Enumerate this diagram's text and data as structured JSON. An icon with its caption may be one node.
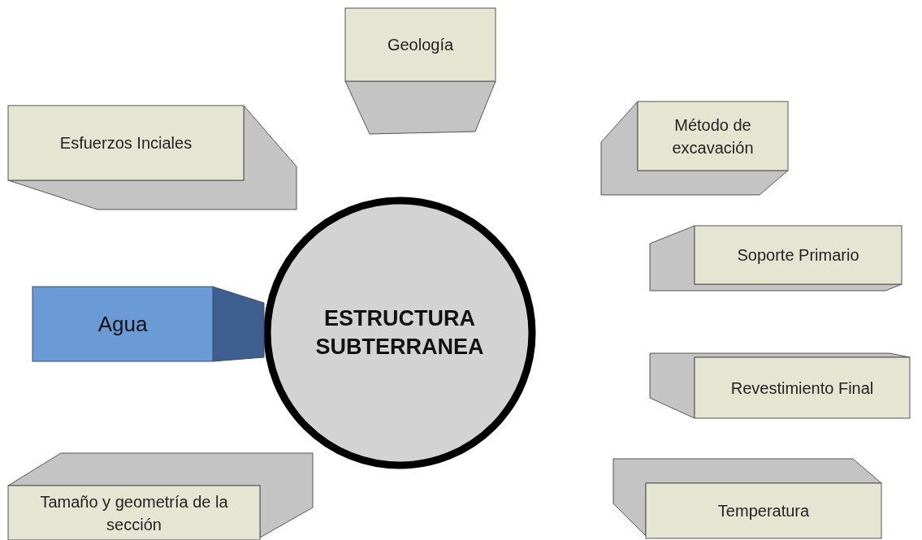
{
  "diagram": {
    "nodes": [
      {
        "text": [
          "Geología"
        ]
      },
      {
        "text": [
          "Método de excavación"
        ]
      },
      {
        "text": [
          "Esfuerzos Inciales"
        ]
      },
      {
        "text": [
          "Soporte Primario"
        ]
      },
      {
        "text": [
          "Agua"
        ]
      },
      {
        "text": [
          "ESTRUCTURA SUBTERRANEA"
        ]
      },
      {
        "text": [
          "Revestimiento Final"
        ]
      },
      {
        "text": [
          "Tamaño y geometría de la sección"
        ]
      },
      {
        "text": [
          "Temperatura"
        ]
      }
    ]
  }
}
